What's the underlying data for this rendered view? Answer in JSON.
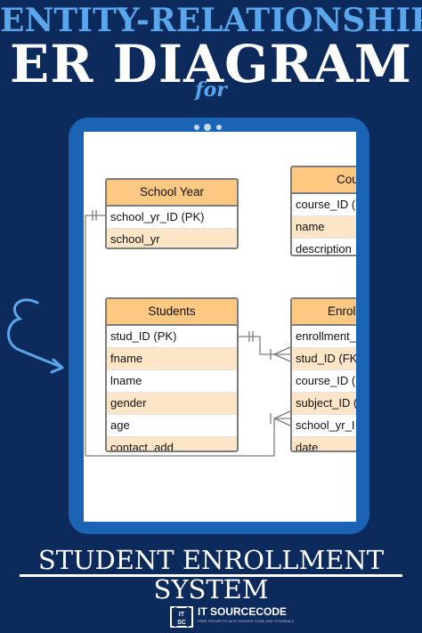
{
  "header": {
    "line1": "ENTITY-RELATIONSHIP",
    "line2": "ER DIAGRAM",
    "line3": "for"
  },
  "tables": {
    "school_year": {
      "title": "School Year",
      "fields": [
        "school_yr_ID (PK)",
        "school_yr"
      ]
    },
    "course": {
      "title": "Cou",
      "fields": [
        "course_ID (",
        "name",
        "description"
      ]
    },
    "students": {
      "title": "Students",
      "fields": [
        "stud_ID (PK)",
        "fname",
        "lname",
        "gender",
        "age",
        "contact_add"
      ]
    },
    "enrollment": {
      "title": "Enrol",
      "fields": [
        "enrollment_",
        "stud_ID (FK",
        "course_ID (",
        "subject_ID (",
        "school_yr_I",
        "date"
      ]
    }
  },
  "footer": {
    "line1": "STUDENT ENROLLMENT",
    "line2": "SYSTEM",
    "brand": "IT SOURCECODE",
    "tagline": "FREE PROJECTS WITH SOURCE CODE AND TUTORIALS"
  },
  "colors": {
    "background": "#0d2a5c",
    "accent_blue": "#5aa6ec",
    "tablet": "#1a63b5",
    "table_header": "#fcc882",
    "row_alt": "#fde6c8",
    "border": "#7d7d7d"
  },
  "icons": [
    "arrow-swirl-icon",
    "it-sourcecode-logo-icon"
  ]
}
